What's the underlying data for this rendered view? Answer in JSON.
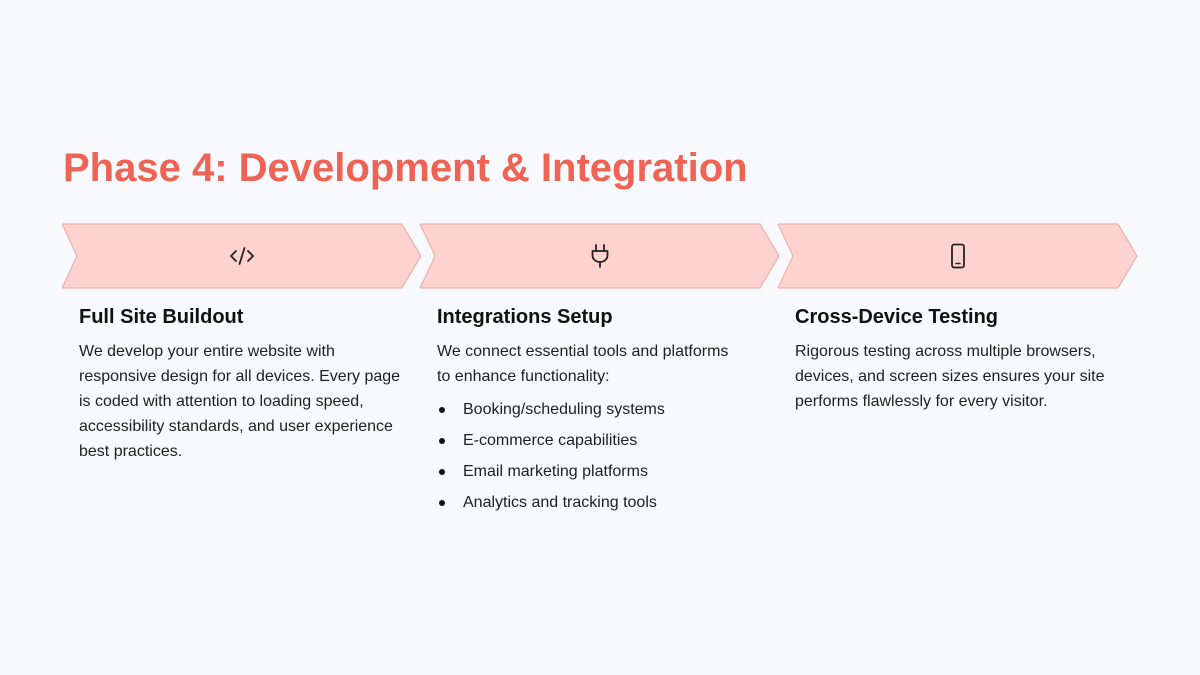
{
  "page": {
    "title": "Phase 4: Development & Integration",
    "colors": {
      "background": "#f8f9fc",
      "accent": "#ee6353",
      "chevron_fill": "#fdd2cf",
      "chevron_border": "#eaa8a2",
      "text": "#111111"
    }
  },
  "steps": [
    {
      "icon": "code-icon",
      "title": "Full Site Buildout",
      "description": "We develop your entire website with responsive design for all devices. Every page is coded with attention to loading speed, accessibility standards, and user experience best practices."
    },
    {
      "icon": "plug-icon",
      "title": "Integrations Setup",
      "description": "We connect essential tools and platforms to enhance functionality:",
      "list": [
        "Booking/scheduling systems",
        "E-commerce capabilities",
        "Email marketing platforms",
        "Analytics and tracking tools"
      ]
    },
    {
      "icon": "mobile-device-icon",
      "title": "Cross-Device Testing",
      "description": "Rigorous testing across multiple browsers, devices, and screen sizes ensures your site performs flawlessly for every visitor."
    }
  ]
}
